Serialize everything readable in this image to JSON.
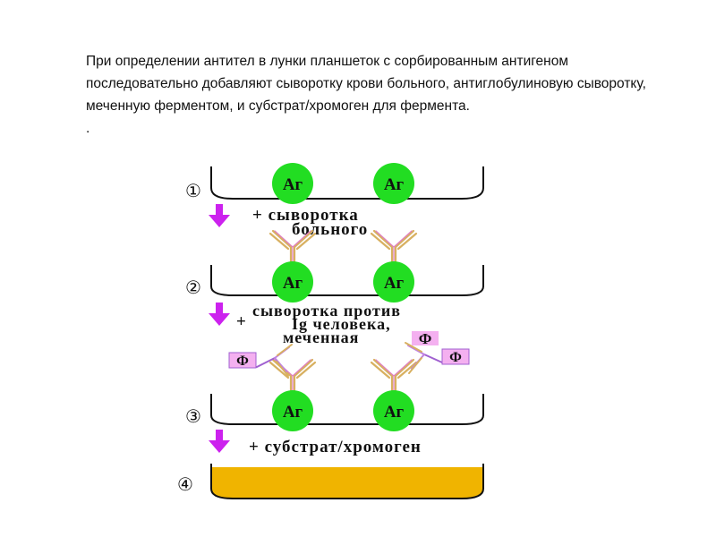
{
  "slide": {
    "paragraph": "При определении антител в лунки планшеток с сорбированным антигеном последовательно добавляют сыворотку крови больного, антиглобулиновую сыворотку, меченную ферментом, и субстрат/хромоген для фермента.",
    "trailing_dot": "."
  },
  "diagram": {
    "steps": [
      {
        "number": "①"
      },
      {
        "number": "②"
      },
      {
        "number": "③"
      },
      {
        "number": "④"
      }
    ],
    "antigen_label": "Аг",
    "enzyme_label": "Ф",
    "reagent_1": {
      "line1": "+ сыворотка",
      "line2": "больного"
    },
    "reagent_2": {
      "plus": "+",
      "line1": "сыворотка против",
      "line2": "Ig человека,",
      "line3": "меченная"
    },
    "reagent_3": {
      "line1": "+ субстрат/хромоген"
    },
    "colors": {
      "antigen_fill": "#22dd22",
      "arrow": "#cc22ee",
      "antibody": "#d8b060",
      "antibody_core": "#e080c0",
      "enzyme_fill": "#f4b0f0",
      "enzyme_link": "#a060d0",
      "substrate_fill": "#f0b400",
      "well_stroke": "#111111"
    }
  }
}
